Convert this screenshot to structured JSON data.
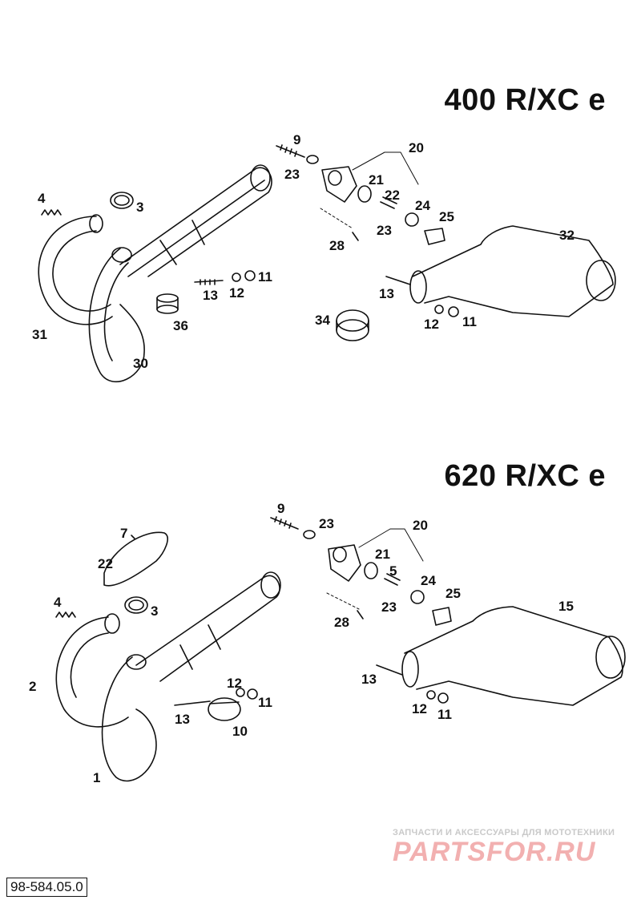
{
  "titles": {
    "top": "400 R/XC e",
    "bottom": "620 R/XC e"
  },
  "callouts_top": [
    "9",
    "20",
    "23",
    "21",
    "22",
    "4",
    "3",
    "24",
    "25",
    "32",
    "23",
    "28",
    "13",
    "12",
    "11",
    "13",
    "31",
    "36",
    "34",
    "12",
    "11",
    "30"
  ],
  "callouts_bottom": [
    "9",
    "20",
    "23",
    "7",
    "21",
    "22",
    "5",
    "24",
    "25",
    "15",
    "4",
    "3",
    "23",
    "28",
    "13",
    "12",
    "2",
    "11",
    "13",
    "12",
    "11",
    "10",
    "1"
  ],
  "watermark": {
    "tagline": "ЗАПЧАСТИ И АКСЕССУАРЫ ДЛЯ МОТОТЕХНИКИ",
    "logo": "PARTSFOR.RU"
  },
  "doc_number": "98-584.05.0",
  "colors": {
    "line": "#111111",
    "watermark_text": "#c9c9c9",
    "watermark_logo": "#f2b0b0"
  }
}
